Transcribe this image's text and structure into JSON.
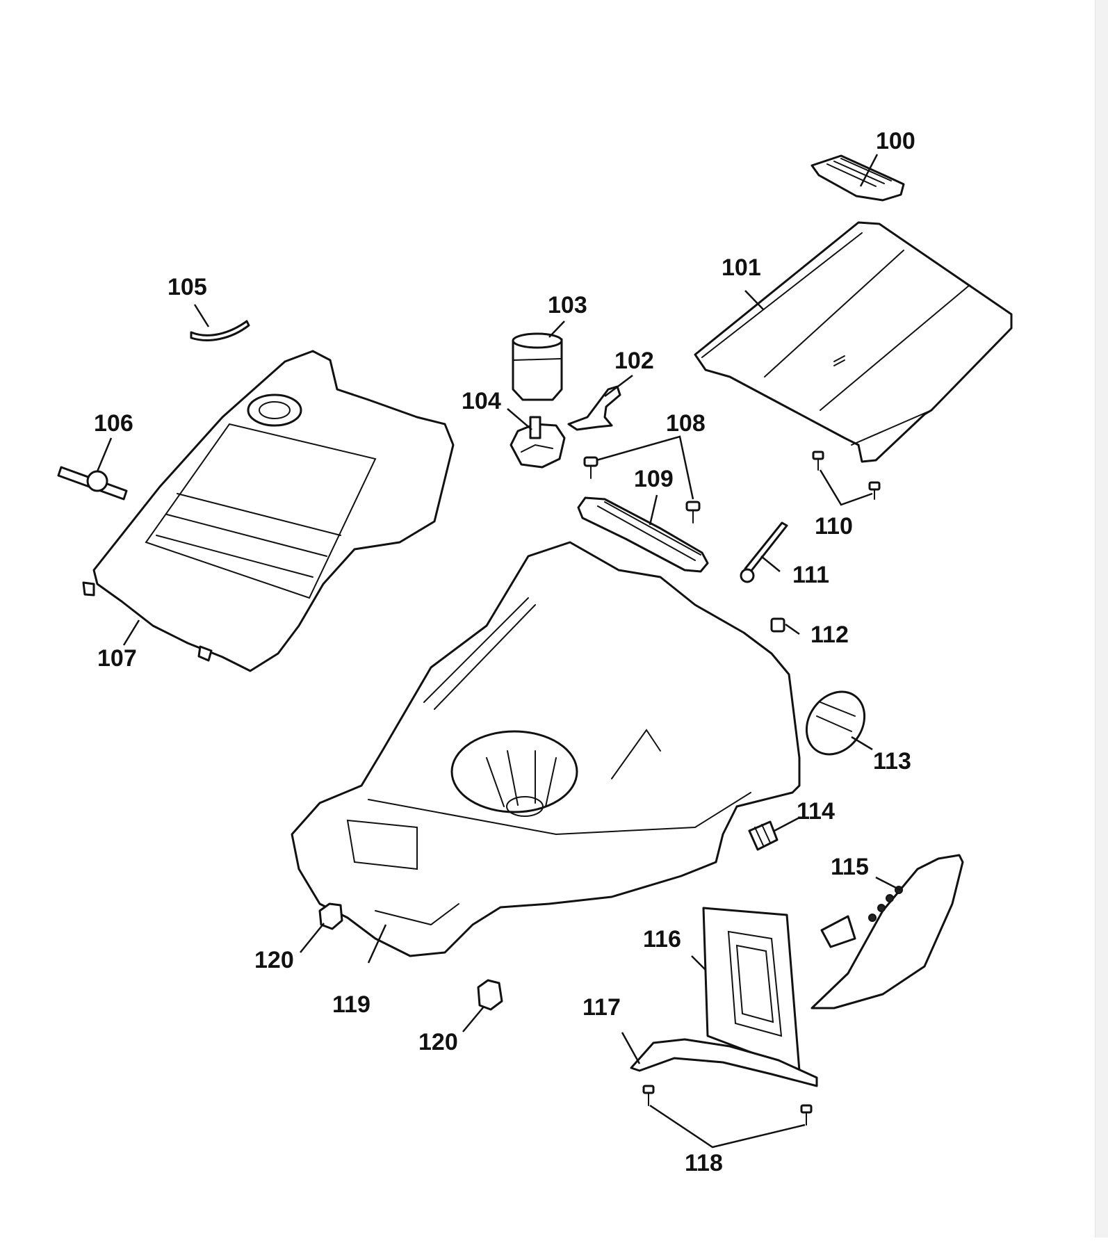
{
  "diagram": {
    "part_numbers": {
      "p100": "100",
      "p101": "101",
      "p102": "102",
      "p103": "103",
      "p104": "104",
      "p105": "105",
      "p106": "106",
      "p107": "107",
      "p108": "108",
      "p109": "109",
      "p110": "110",
      "p111": "111",
      "p112": "112",
      "p113": "113",
      "p114": "114",
      "p115": "115",
      "p116": "116",
      "p117": "117",
      "p118": "118",
      "p119": "119",
      "p120a": "120",
      "p120b": "120"
    }
  }
}
